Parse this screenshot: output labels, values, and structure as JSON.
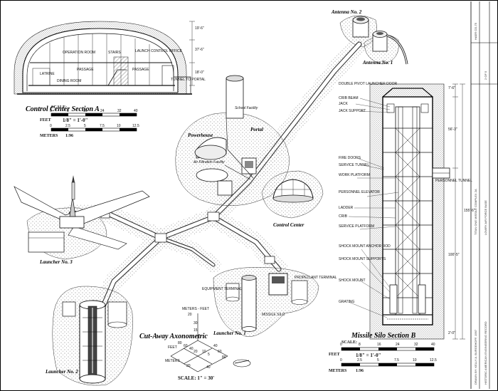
{
  "titles": {
    "control_center_section": "Control Center Section A",
    "missile_silo_section": "Missile Silo Section B",
    "axonometric": "Cut-Away Axonometric"
  },
  "section_a_labels": {
    "operation_room": "OPERATION ROOM",
    "stairs": "STAIRS",
    "launch_office": "LAUNCH CONTROL OFFICE",
    "latrine": "LATRINE",
    "dining_room": "DINING ROOM",
    "passage": "PASSAGE",
    "passage_upper": "PASSAGE",
    "tunnel": "TUNNEL TO PORTAL",
    "dims": [
      "19'-6\"",
      "37'-6\"",
      "18'-0\""
    ]
  },
  "structure_labels": {
    "antenna_2": "Antenna No. 2",
    "antenna_1": "Antenna No. 1",
    "school_facility": "School Facility",
    "portal": "Portal",
    "powerhouse": "Powerhouse",
    "air_filtration": "Air Filtration Facility",
    "control_center": "Control Center",
    "launcher_3": "Launcher No. 3",
    "launcher_2": "Launcher No. 2",
    "launcher_1": "Launcher No. 1",
    "equipment_terminal": "EQUIPMENT TERMINAL",
    "propellant_terminal": "PROPELLANT TERMINAL",
    "missile_silo": "MISSILE SILO"
  },
  "silo_labels": {
    "launcher_door": "DOUBLE PIVOT LAUNCHER DOOR",
    "crib_beam": "CRIB BEAM",
    "jack": "JACK",
    "jack_support": "JACK SUPPORT",
    "fire_doors": "FIRE DOORS",
    "service_tunnel": "SERVICE TUNNEL",
    "work_platform": "WORK PLATFORM",
    "personnel_elevator": "PERSONNEL ELEVATOR",
    "ladder": "LADDER",
    "crib": "CRIB",
    "service_platform": "SERVICE PLATFORM",
    "shock_anchor": "SHOCK MOUNT ANCHOR ROD",
    "shock_supports": "SHOCK MOUNT SUPPORTS",
    "shock_mount": "SHOCK MOUNT",
    "grating": "GRATING",
    "personnel_tunnel": "PERSONNEL TUNNEL",
    "dims": [
      "7'-6\"",
      "56'-3\"",
      "155'-6\"",
      "100'-5\"",
      "2'-0\""
    ]
  },
  "scale_a": {
    "scale": "SCALE:",
    "feet": "FEET",
    "ratio": "1/8\" = 1'-0\"",
    "meters": "METERS",
    "metric": "1:96",
    "feet_ticks": [
      "0",
      "8",
      "16",
      "24",
      "32",
      "40"
    ],
    "meter_ticks": [
      "0",
      "2.5",
      "5",
      "7.5",
      "10",
      "12.5"
    ]
  },
  "scale_b": {
    "scale": "SCALE:",
    "feet": "FEET",
    "ratio": "1/8\" = 1'-0\"",
    "meters": "METERS",
    "metric": "1:96",
    "feet_ticks": [
      "0",
      "8",
      "16",
      "24",
      "32",
      "40"
    ],
    "meter_ticks": [
      "0",
      "2.5",
      "5",
      "7.5",
      "10",
      "12.5"
    ]
  },
  "scale_axo": {
    "header": "METERS - FEET",
    "scale": "SCALE: 1\" = 30'",
    "feet": "FEET",
    "meters": "METERS",
    "ticks_upper": [
      "20",
      "80",
      "60",
      "40",
      "20"
    ],
    "ticks_lower": [
      "30",
      "15",
      "10",
      "5",
      "40",
      "60",
      "80",
      "20",
      "40"
    ]
  },
  "title_block": {
    "right": "TITAN ONE MISSILE COMPLEX 2A",
    "right_sub": "LOWRY AIR FORCE BASE",
    "left": "DRAWN BY: KELLY A. BURGEHOFF, 1997",
    "left_sub": "HISTORIC AMERICAN ENGINEERING RECORD",
    "corner_top": "HAER CO-75",
    "corner_num": "2 OF 5"
  }
}
